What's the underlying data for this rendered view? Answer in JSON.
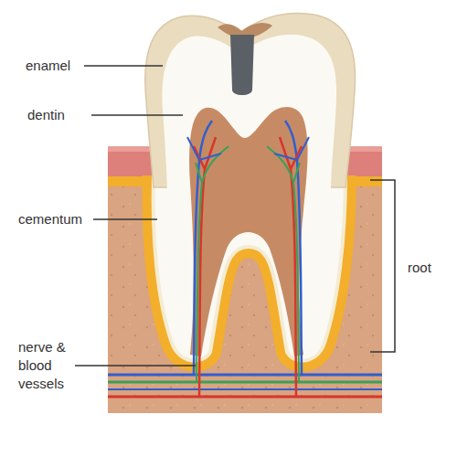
{
  "diagram": {
    "labels": [
      "enamel",
      "dentin",
      "cementum",
      "nerve & blood vessels",
      "root"
    ]
  }
}
